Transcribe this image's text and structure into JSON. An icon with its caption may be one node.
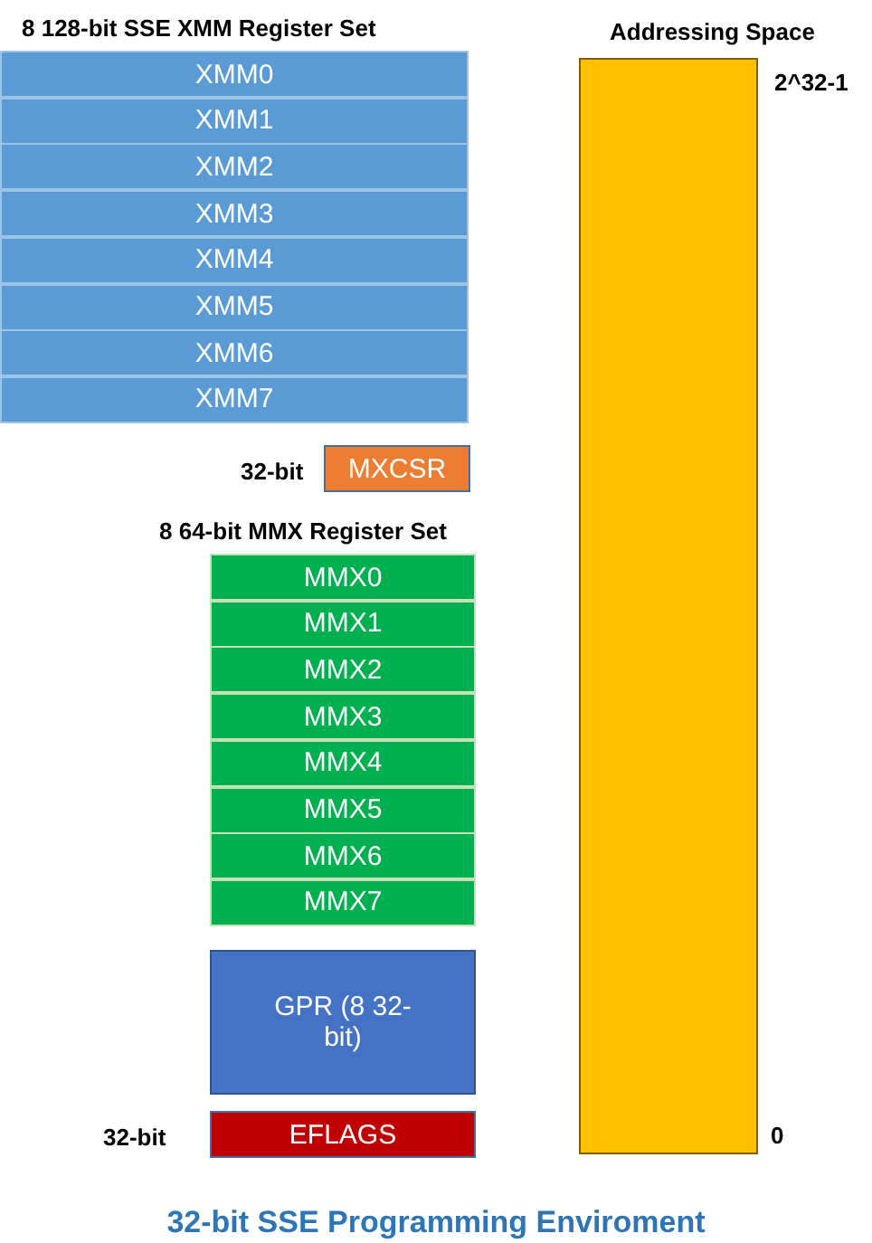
{
  "diagram": {
    "caption": "32-bit SSE Programming Enviroment",
    "nodes": [
      {
        "text": [
          "8 128-bit SSE XMM Register Set"
        ]
      },
      {
        "text": [
          "XMM0"
        ],
        "in": 0
      },
      {
        "text": [
          "XMM1"
        ],
        "in": 0
      },
      {
        "text": [
          "XMM2"
        ],
        "in": 0
      },
      {
        "text": [
          "XMM3"
        ],
        "in": 0
      },
      {
        "text": [
          "XMM4"
        ],
        "in": 0
      },
      {
        "text": [
          "XMM5"
        ],
        "in": 0
      },
      {
        "text": [
          "XMM6"
        ],
        "in": 0
      },
      {
        "text": [
          "XMM7"
        ],
        "in": 0
      },
      {
        "text": [
          "MXCSR"
        ],
        "beside": [
          "32-bit"
        ]
      },
      {
        "text": [
          "8 64-bit MMX Register Set"
        ]
      },
      {
        "text": [
          "MMX0"
        ],
        "in": 10
      },
      {
        "text": [
          "MMX1"
        ],
        "in": 10
      },
      {
        "text": [
          "MMX2"
        ],
        "in": 10
      },
      {
        "text": [
          "MMX3"
        ],
        "in": 10
      },
      {
        "text": [
          "MMX4"
        ],
        "in": 10
      },
      {
        "text": [
          "MMX5"
        ],
        "in": 10
      },
      {
        "text": [
          "MMX6"
        ],
        "in": 10
      },
      {
        "text": [
          "MMX7"
        ],
        "in": 10
      },
      {
        "text": [
          "GPR (8 32-bit)"
        ]
      },
      {
        "text": [
          "EFLAGS"
        ],
        "beside": [
          "32-bit"
        ]
      },
      {
        "text": [
          "Addressing Space"
        ],
        "beside": [
          "2^32-1",
          "0"
        ]
      }
    ]
  }
}
